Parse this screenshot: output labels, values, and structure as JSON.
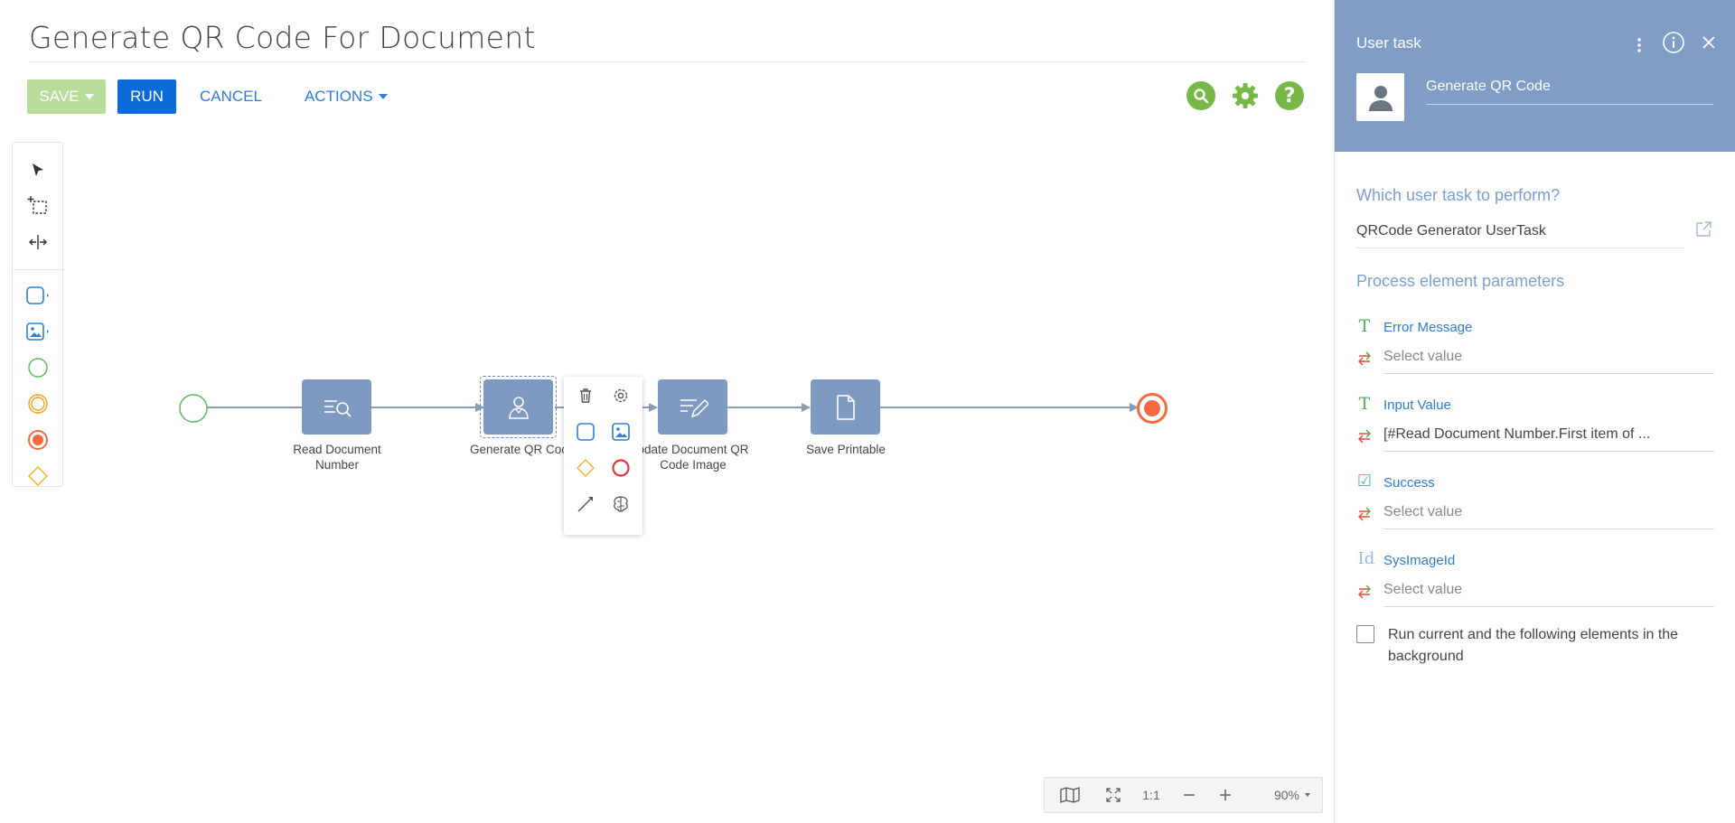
{
  "header": {
    "title": "Generate QR Code For Document"
  },
  "toolbar": {
    "save_label": "SAVE",
    "run_label": "RUN",
    "cancel_label": "CANCEL",
    "actions_label": "ACTIONS"
  },
  "top_icons": [
    "search-icon",
    "settings-icon",
    "help-icon"
  ],
  "palette": [
    "pointer-icon",
    "lasso-icon",
    "space-tool-icon",
    "task-icon",
    "subprocess-icon",
    "start-event-icon",
    "intermediate-event-icon",
    "end-event-icon",
    "gateway-icon"
  ],
  "diagram": {
    "tasks": [
      {
        "label": "Read Document Number",
        "icon": "read-data-icon"
      },
      {
        "label": "Generate QR Code",
        "icon": "user-task-icon"
      },
      {
        "label": "Update Document QR Code Image",
        "icon": "modify-data-icon"
      },
      {
        "label": "Save Printable",
        "icon": "document-icon"
      }
    ],
    "visible_labels": [
      "Read Document\nNumber",
      "Generate QR Coc",
      "pdate Document QR\nCode Image",
      "Save Printable"
    ]
  },
  "context_menu": [
    "delete-icon",
    "settings-icon",
    "task-icon",
    "subprocess-icon",
    "gateway-icon",
    "end-event-icon",
    "connector-icon",
    "ai-icon"
  ],
  "zoom": {
    "ratio_label": "1:1",
    "level": "90%"
  },
  "panel": {
    "type_title": "User task",
    "element_name": "Generate QR Code",
    "question": "Which user task to perform?",
    "user_task_value": "QRCode Generator UserTask",
    "params_title": "Process element parameters",
    "params": [
      {
        "type_glyph": "T",
        "name": "Error Message",
        "value": "Select value",
        "filled": false
      },
      {
        "type_glyph": "T",
        "name": "Input Value",
        "value": "[#Read Document Number.First item of ...",
        "filled": true
      },
      {
        "type_glyph": "☑",
        "name": "Success",
        "value": "Select value",
        "filled": false
      },
      {
        "type_glyph": "Id",
        "name": "SysImageId",
        "value": "Select value",
        "filled": false
      }
    ],
    "background_label": "Run current and the following elements in the background"
  },
  "colors": {
    "accent_blue": "#0d6bd9",
    "save_green_disabled": "#b8dd9a",
    "icon_green": "#77b946",
    "task_fill": "#7f9ac1",
    "panel_header": "#809dc6",
    "end_event": "#f26a3f"
  }
}
